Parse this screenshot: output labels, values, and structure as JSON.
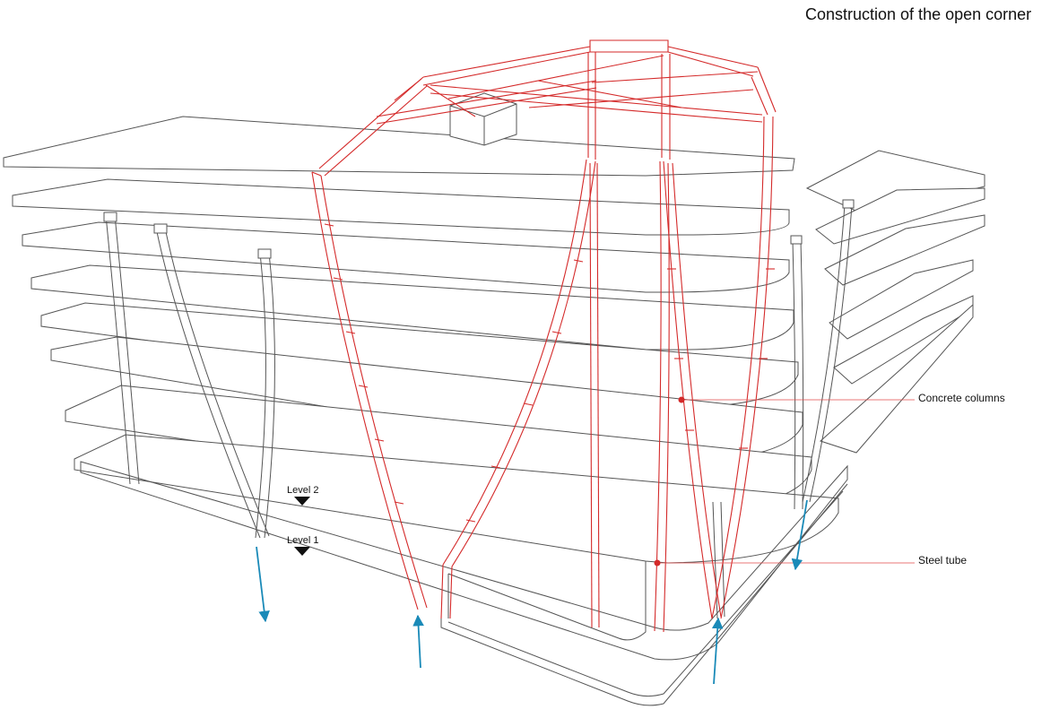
{
  "title": "Construction of the open corner",
  "labels": {
    "concrete_columns": "Concrete columns",
    "steel_tube": "Steel tube",
    "level_2": "Level 2",
    "level_1": "Level 1"
  },
  "colors": {
    "outline": "#555555",
    "structure": "#d42a2a",
    "load_arrow": "#1a8ab8",
    "leader": "#e04a4a",
    "text": "#111111"
  }
}
